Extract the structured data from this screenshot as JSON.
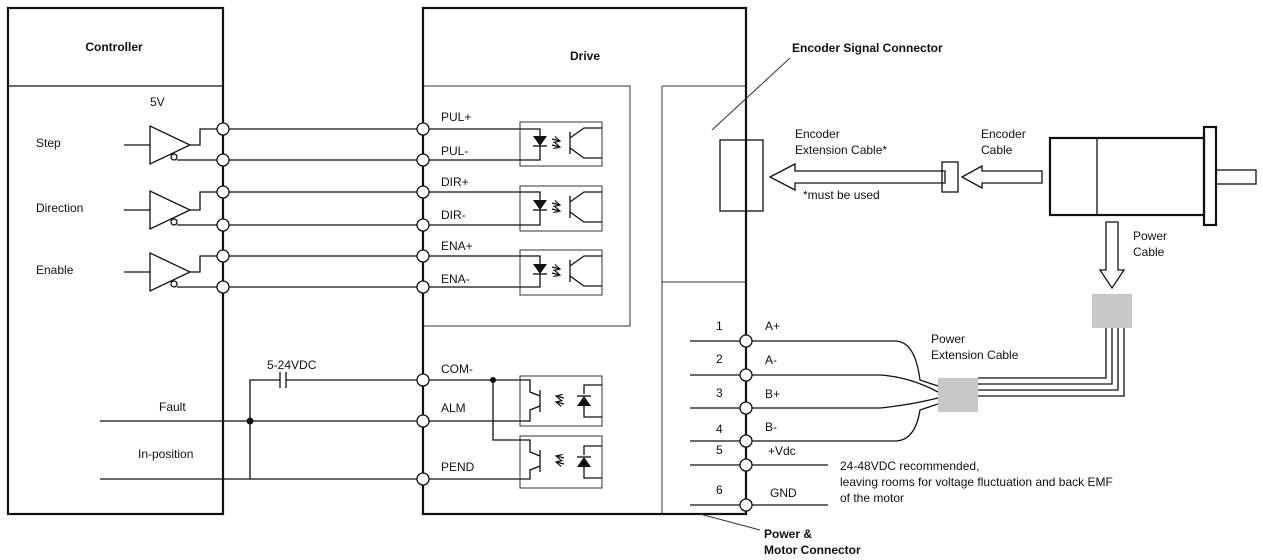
{
  "controller": {
    "title": "Controller",
    "voltage": "5V",
    "inputs": [
      "Step",
      "Direction",
      "Enable"
    ],
    "outputs": [
      "Fault",
      "In-position"
    ],
    "supply": "5-24VDC"
  },
  "drive": {
    "title": "Drive",
    "input_pins": [
      "PUL+",
      "PUL-",
      "DIR+",
      "DIR-",
      "ENA+",
      "ENA-"
    ],
    "output_pins": [
      "COM-",
      "ALM",
      "PEND"
    ]
  },
  "encoder": {
    "connector_label": "Encoder Signal Connector",
    "extension_cable_label": [
      "Encoder",
      "Extension Cable*"
    ],
    "must_use_note": "*must be used",
    "cable_label": [
      "Encoder",
      "Cable"
    ]
  },
  "motor": {
    "power_cable_label": [
      "Power",
      "Cable"
    ],
    "power_extension_label": [
      "Power",
      "Extension Cable"
    ]
  },
  "power_connector": {
    "label": [
      "Power &",
      "Motor Connector"
    ],
    "pins": [
      {
        "num": "1",
        "name": "A+"
      },
      {
        "num": "2",
        "name": "A-"
      },
      {
        "num": "3",
        "name": "B+"
      },
      {
        "num": "4",
        "name": "B-"
      },
      {
        "num": "5",
        "name": "+Vdc"
      },
      {
        "num": "6",
        "name": "GND"
      }
    ],
    "note": [
      "24-48VDC recommended,",
      "leaving rooms for voltage fluctuation and back EMF",
      "of the motor"
    ]
  }
}
